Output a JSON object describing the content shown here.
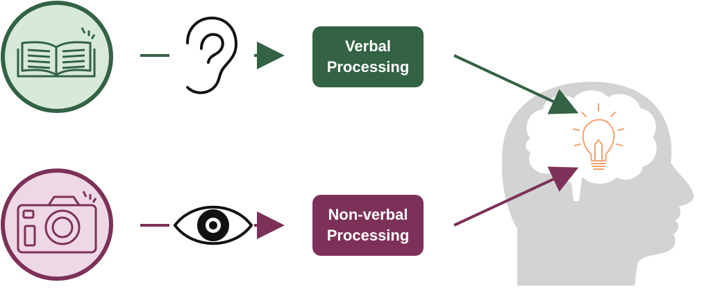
{
  "verbal": {
    "line1": "Verbal",
    "line2": "Processing",
    "color": "#336244",
    "circle_fill": "#d7e9d9",
    "input_icon": "open-book-icon",
    "sense_icon": "ear-icon"
  },
  "nonverbal": {
    "line1": "Non-verbal",
    "line2": "Processing",
    "color": "#7d3158",
    "circle_fill": "#eed8e5",
    "input_icon": "camera-icon",
    "sense_icon": "eye-icon"
  },
  "head": {
    "icon": "head-silhouette-icon",
    "fill": "#d3d3d3",
    "brain_fill": "#ffffff",
    "idea_icon": "lightbulb-icon",
    "idea_color": "#f4a16f"
  }
}
